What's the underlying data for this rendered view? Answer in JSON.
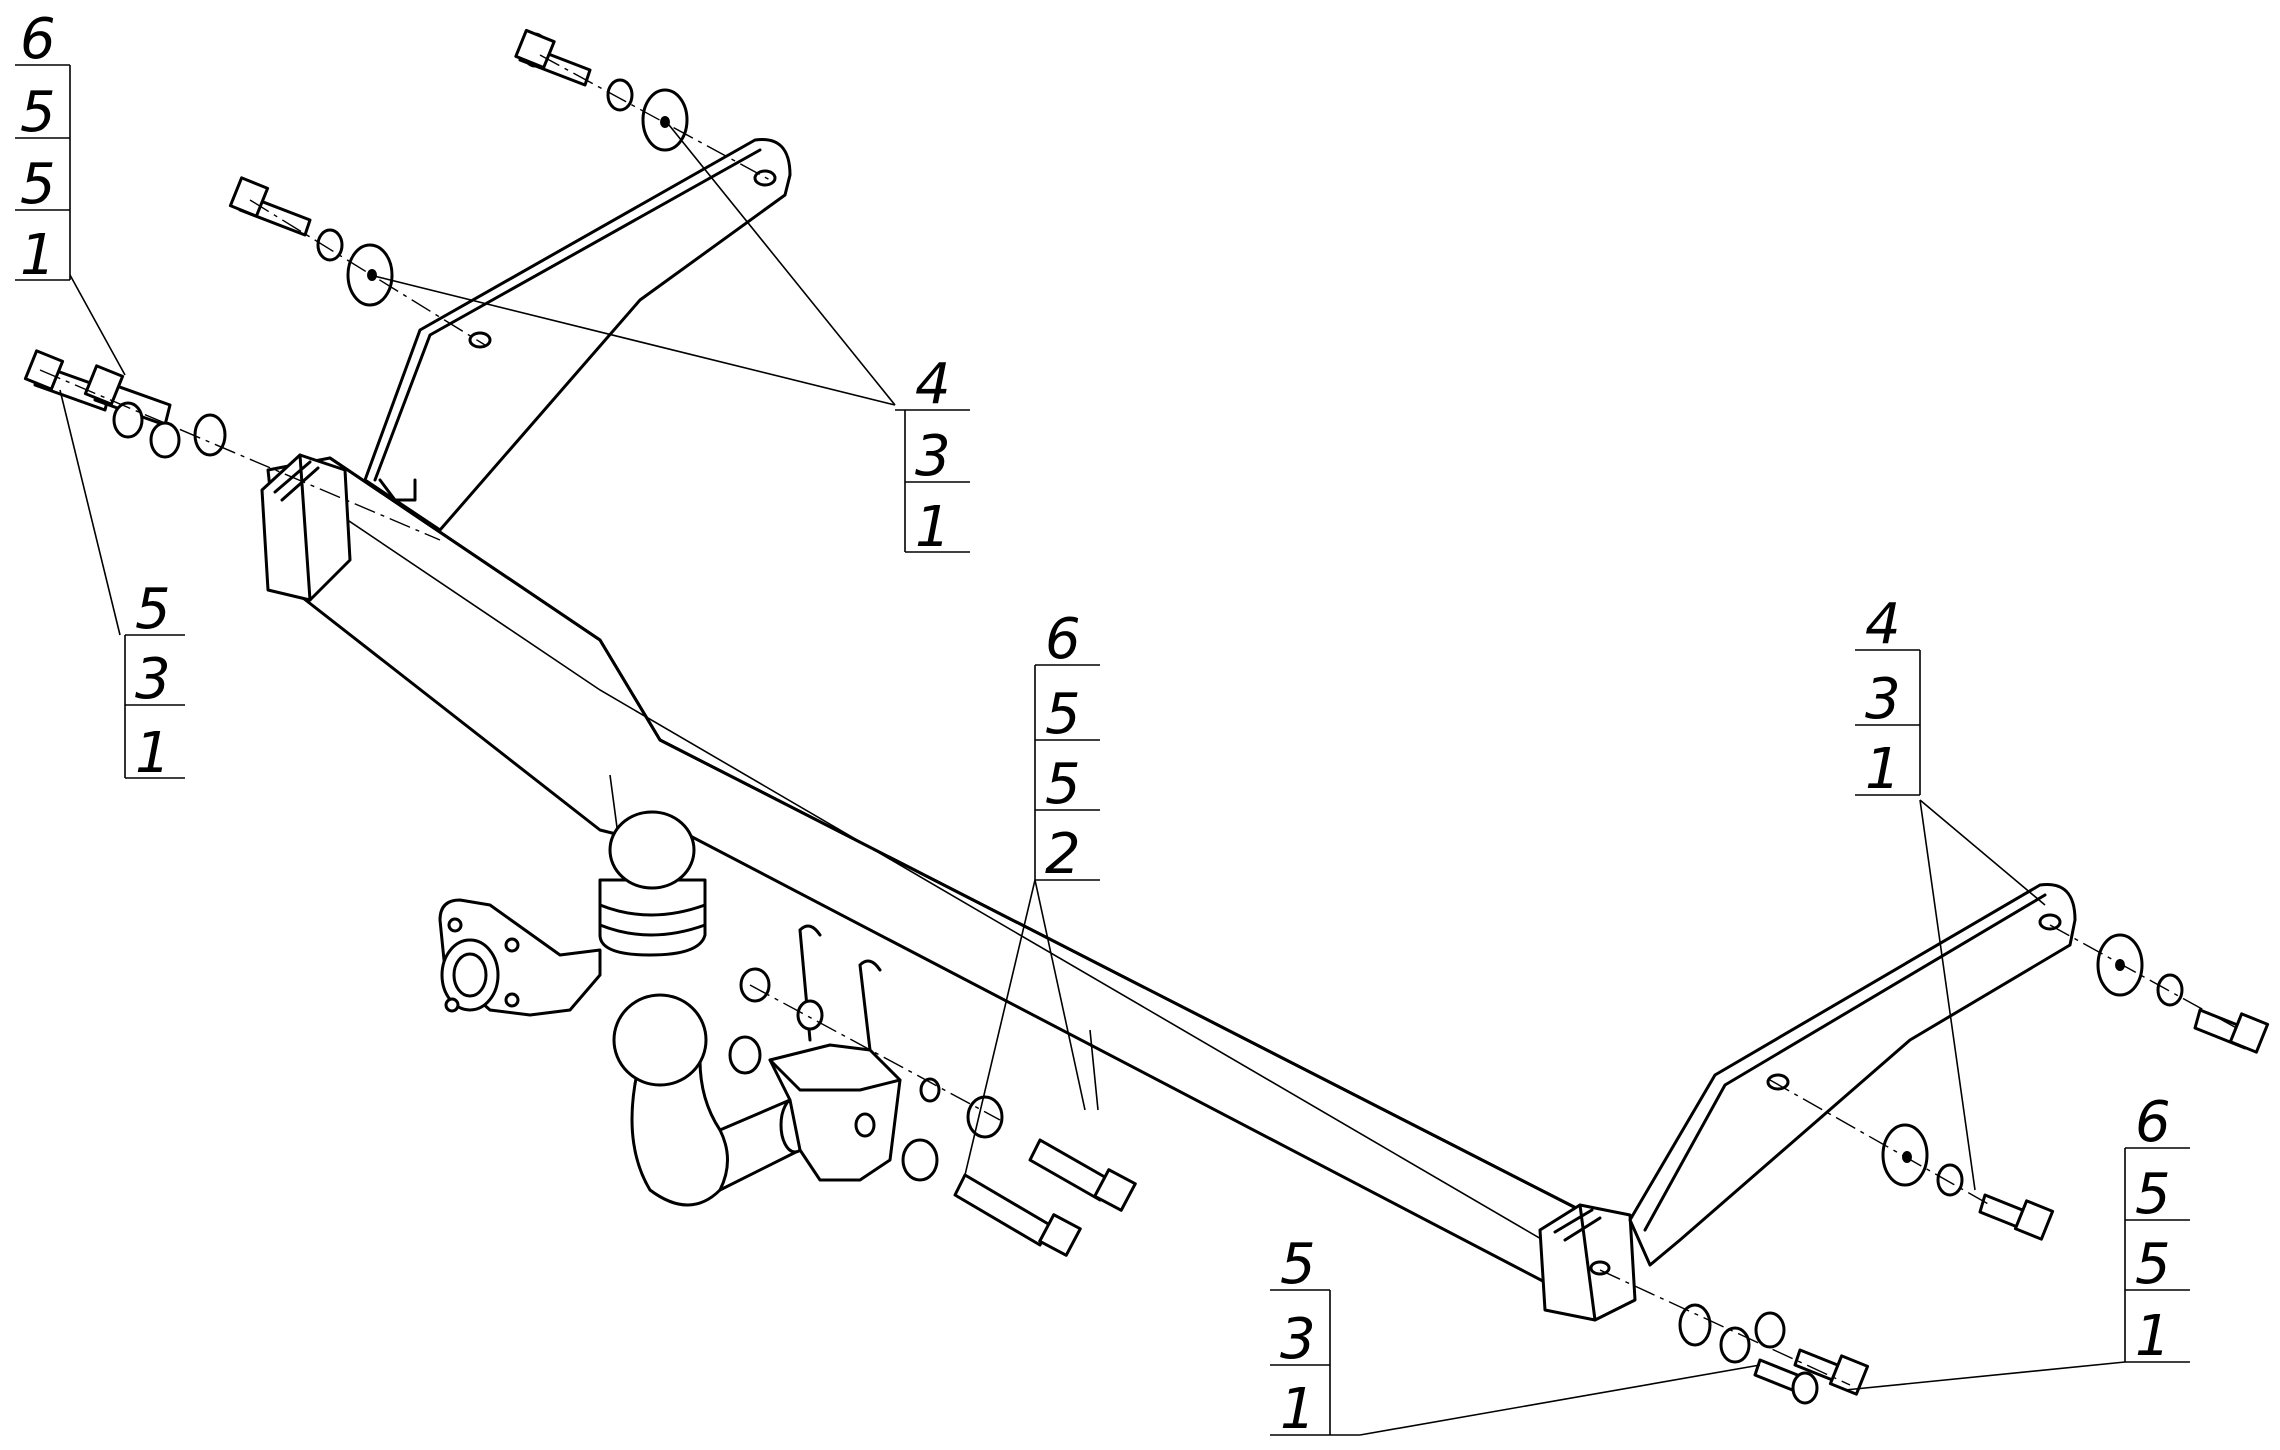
{
  "callouts": {
    "top_left": [
      "6",
      "5",
      "5",
      "1"
    ],
    "left_middle": [
      "5",
      "3",
      "1"
    ],
    "top_center": [
      "4",
      "3",
      "1"
    ],
    "center": [
      "6",
      "5",
      "5",
      "2"
    ],
    "right": [
      "4",
      "3",
      "1"
    ],
    "bottom_center": [
      "5",
      "3",
      "1"
    ],
    "bottom_right": [
      "6",
      "5",
      "5",
      "1"
    ]
  },
  "colors": {
    "line": "#000000",
    "background": "#ffffff"
  }
}
